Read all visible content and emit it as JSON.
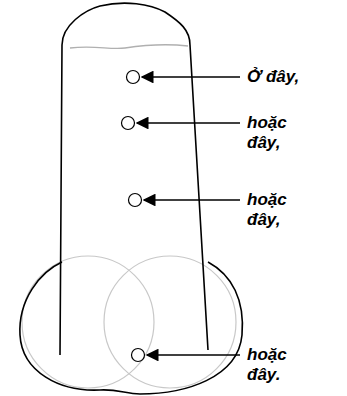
{
  "diagram": {
    "labels": [
      "Ở đây,",
      "hoặc đây,",
      "hoặc đây,",
      "hoặc đây."
    ]
  }
}
